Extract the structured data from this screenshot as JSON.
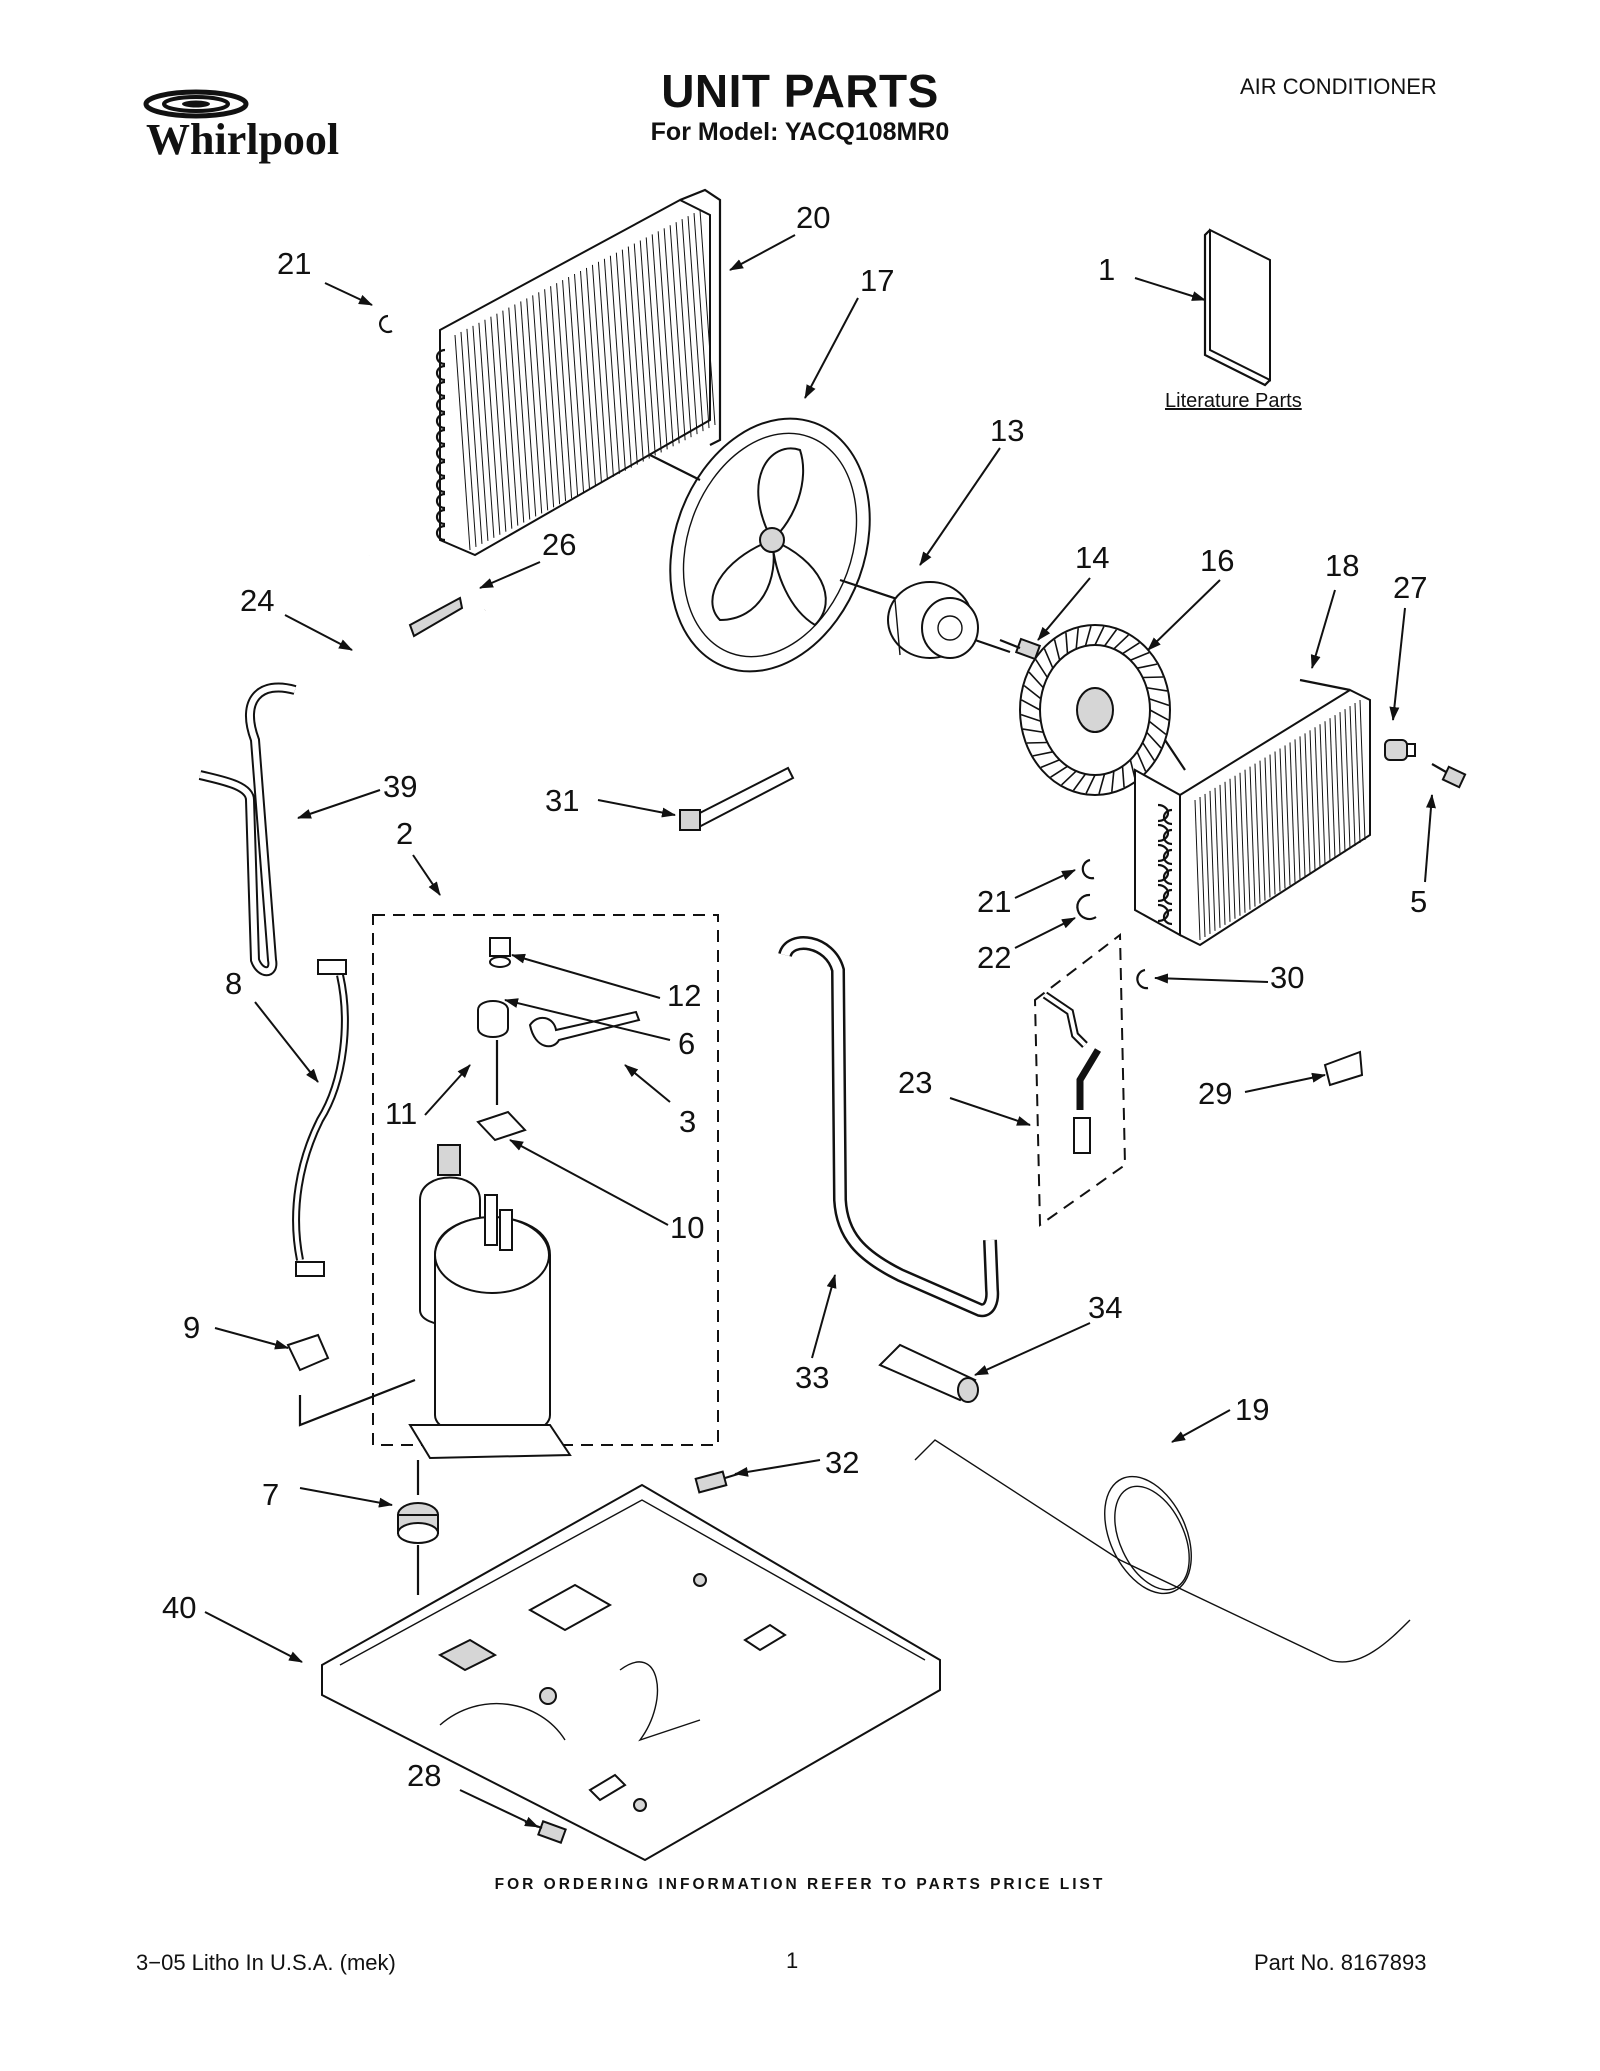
{
  "header": {
    "brand": "Whirlpool",
    "title": "UNIT PARTS",
    "model_line": "For Model: YACQ108MR0",
    "category": "AIR CONDITIONER"
  },
  "callouts": [
    "21",
    "20",
    "17",
    "1",
    "13",
    "26",
    "24",
    "14",
    "16",
    "18",
    "27",
    "31",
    "39",
    "2",
    "21",
    "5",
    "22",
    "12",
    "30",
    "6",
    "8",
    "23",
    "11",
    "3",
    "29",
    "10",
    "9",
    "33",
    "34",
    "19",
    "32",
    "7",
    "40",
    "28"
  ],
  "literature_label": "Literature Parts",
  "footer": {
    "note": "FOR ORDERING INFORMATION REFER TO PARTS PRICE LIST",
    "litho": "3−05 Litho In U.S.A. (mek)",
    "page": "1",
    "part_number": "Part No. 8167893"
  }
}
